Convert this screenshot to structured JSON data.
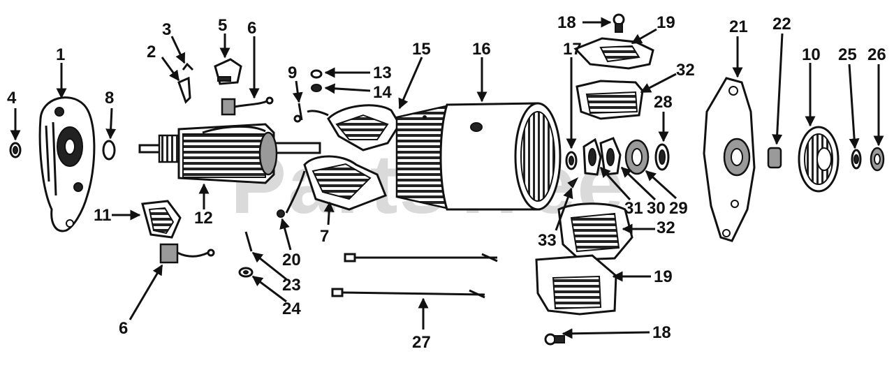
{
  "watermark": "PartsTree",
  "labels": {
    "l1": "1",
    "l2": "2",
    "l3": "3",
    "l4": "4",
    "l5": "5",
    "l6a": "6",
    "l6b": "6",
    "l7": "7",
    "l8": "8",
    "l9": "9",
    "l10": "10",
    "l11": "11",
    "l12": "12",
    "l13": "13",
    "l14": "14",
    "l15": "15",
    "l16": "16",
    "l17": "17",
    "l18a": "18",
    "l18b": "18",
    "l19a": "19",
    "l19b": "19",
    "l20": "20",
    "l21": "21",
    "l22": "22",
    "l23": "23",
    "l24": "24",
    "l25": "25",
    "l26": "26",
    "l27": "27",
    "l28": "28",
    "l29": "29",
    "l30": "30",
    "l31": "31",
    "l32a": "32",
    "l32b": "32",
    "l33": "33"
  }
}
